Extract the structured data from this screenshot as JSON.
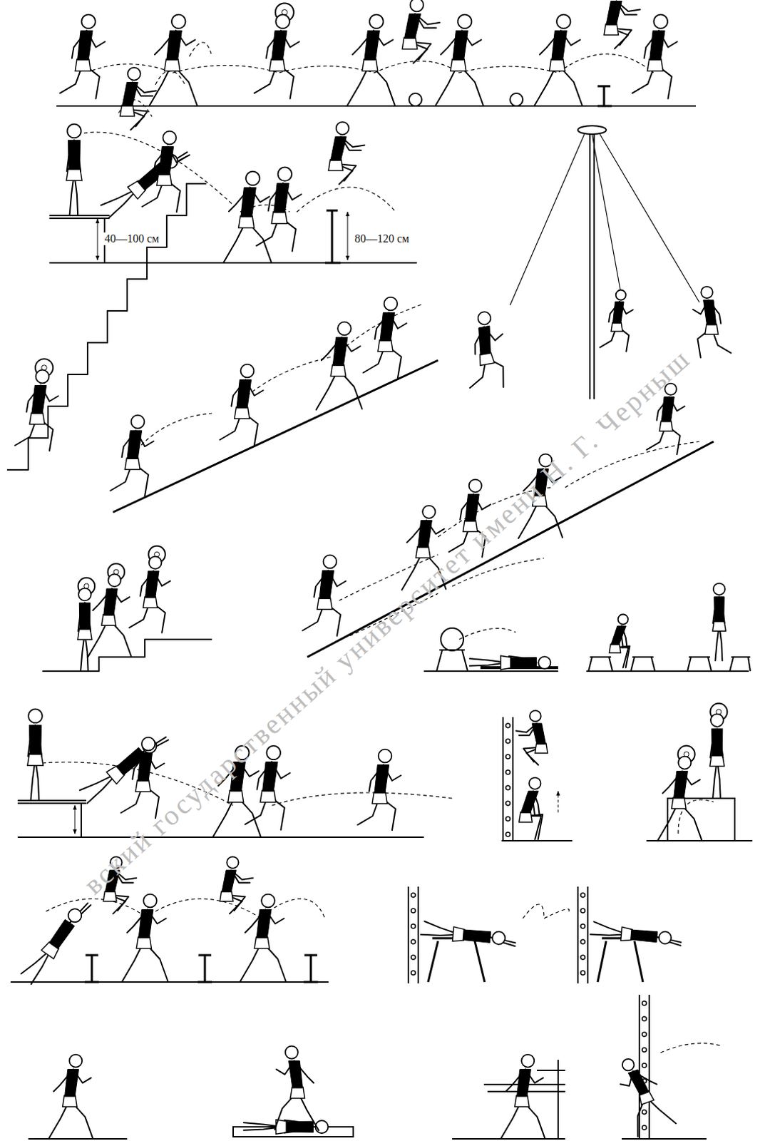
{
  "diagram": {
    "labels": [
      "40—100 см",
      "80—120 см",
      "вский государственный университет имени Н. Г. Черныш"
    ]
  }
}
